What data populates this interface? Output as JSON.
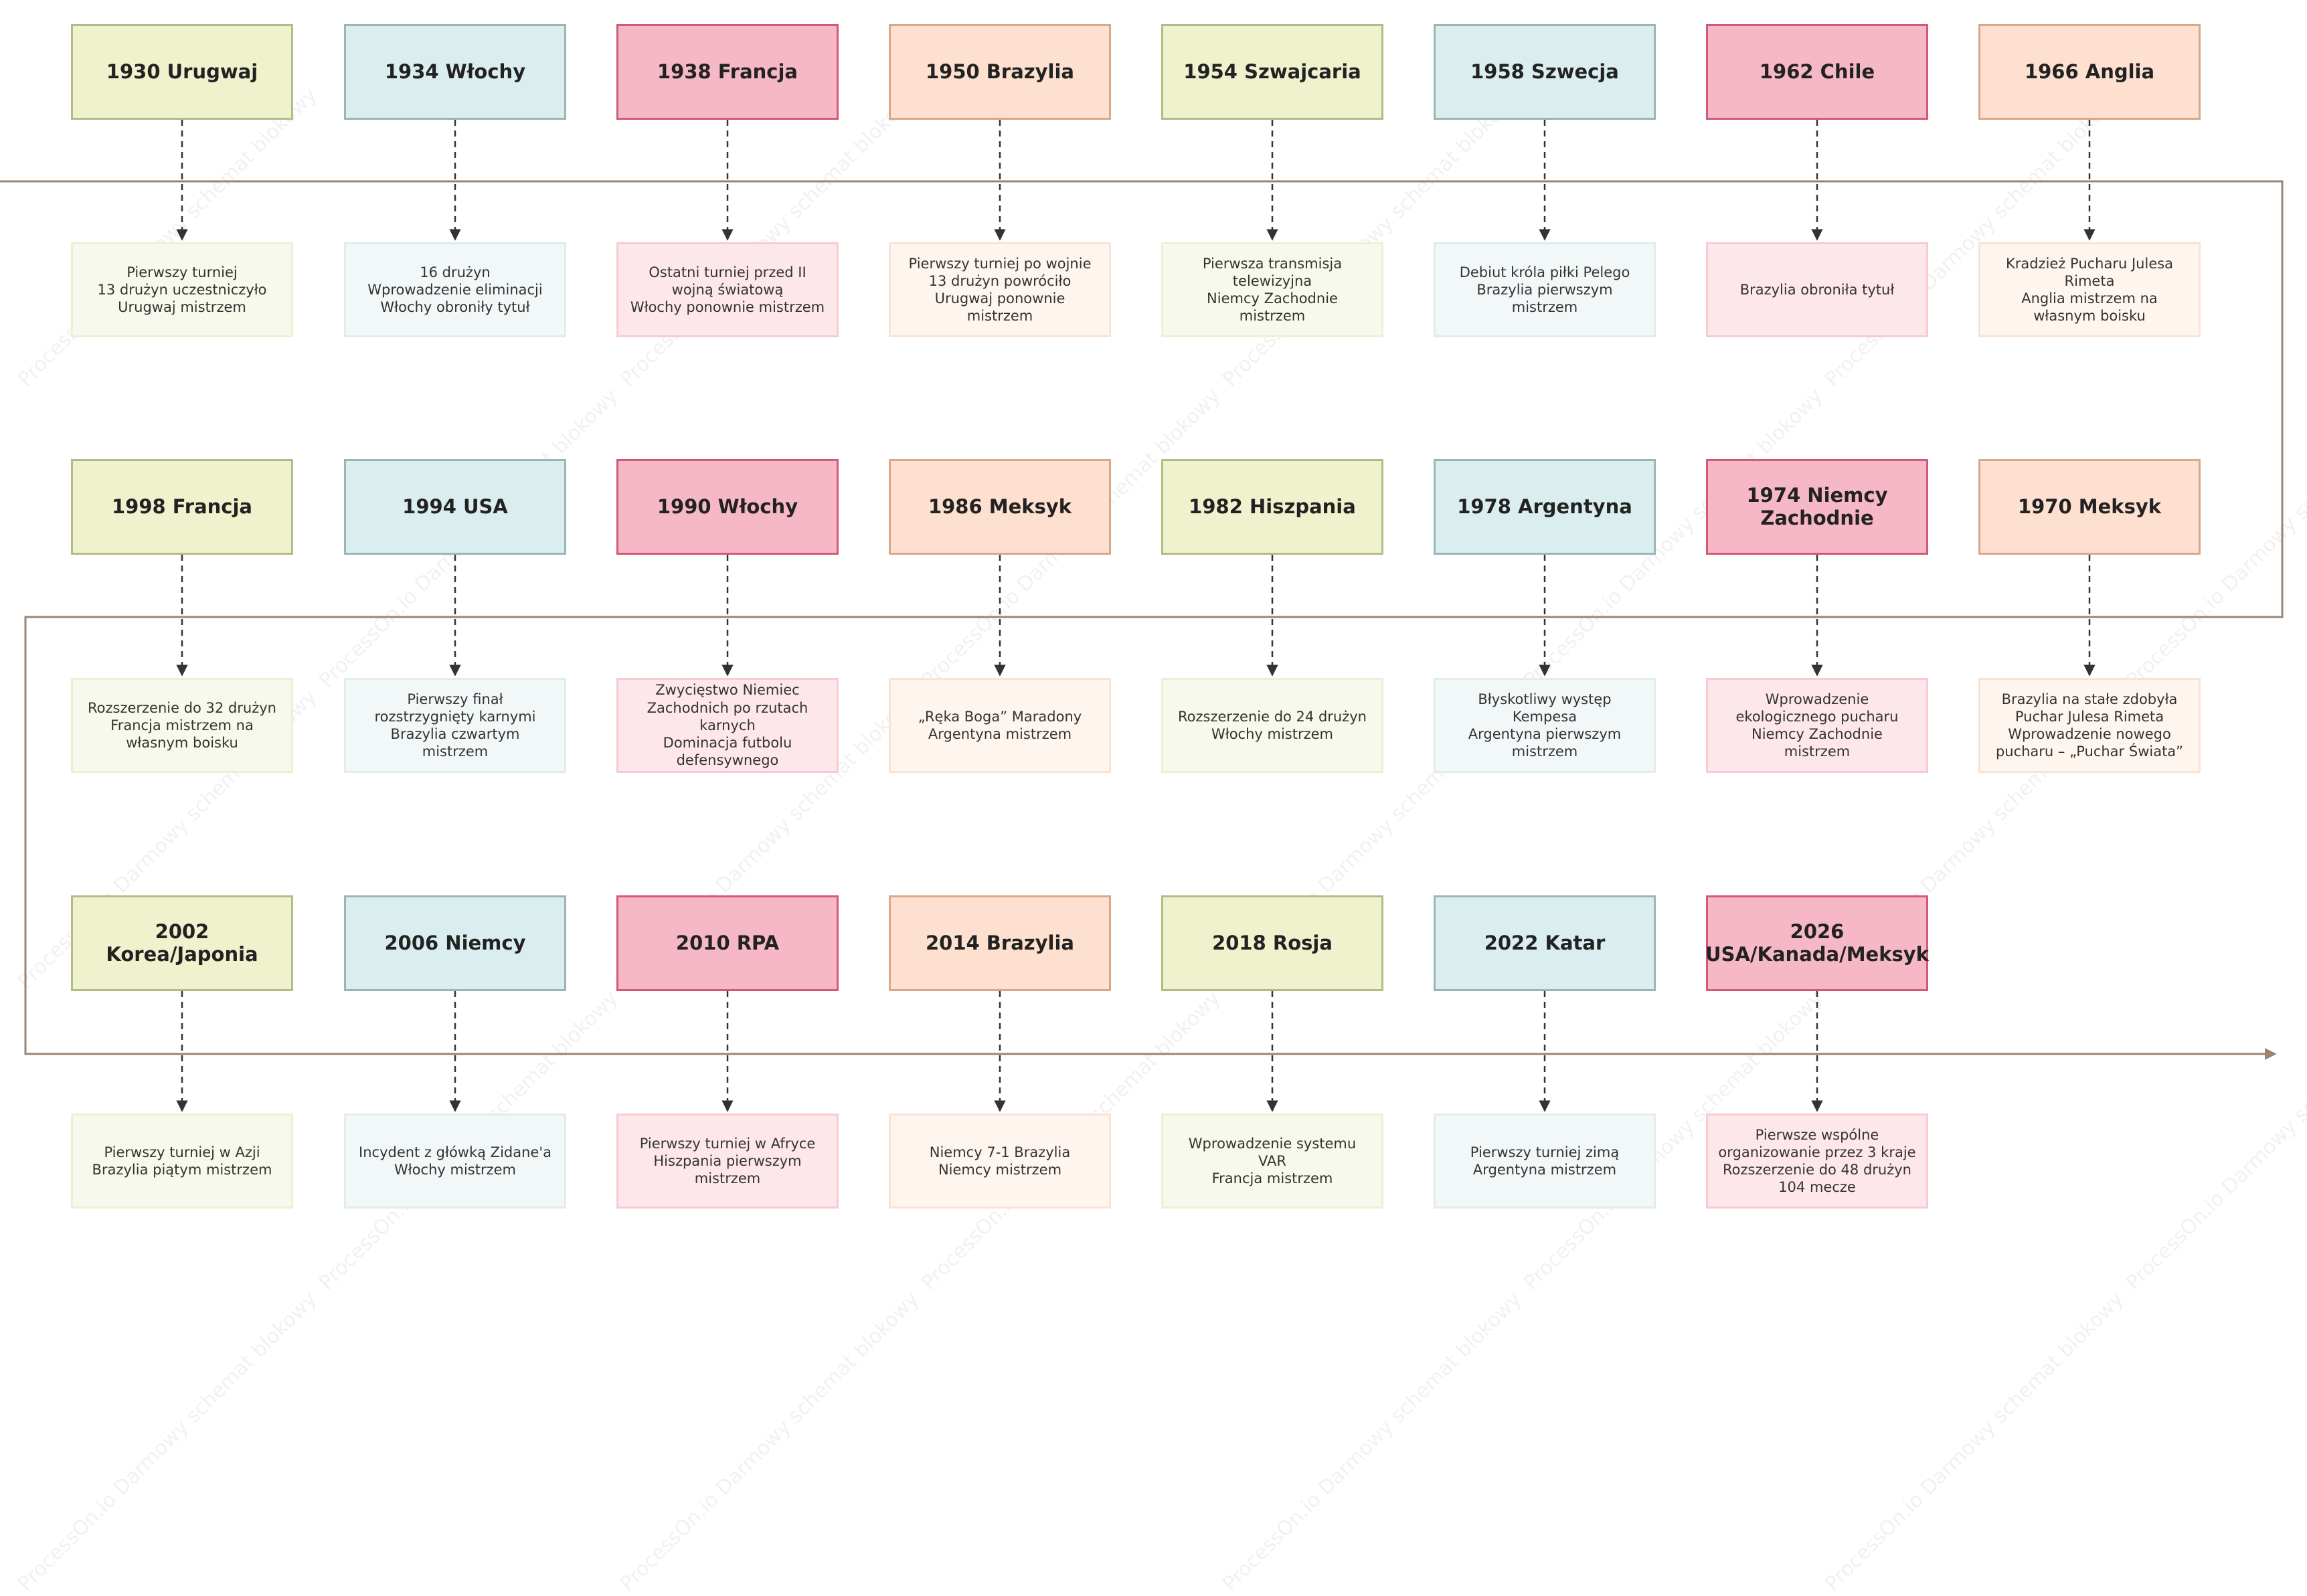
{
  "watermark": "ProcessOn.io Darmowy schemat blokowy",
  "colors": {
    "timeline": "#9a8575",
    "connector": "#333333"
  },
  "rows": [
    {
      "events": [
        {
          "title": "1930 Urugwaj",
          "scheme": "green",
          "note": "Pierwszy turniej\n13 drużyn uczestniczyło\nUrugwaj mistrzem"
        },
        {
          "title": "1934 Włochy",
          "scheme": "teal",
          "note": "16 drużyn\nWprowadzenie eliminacji\nWłochy obroniły tytuł"
        },
        {
          "title": "1938 Francja",
          "scheme": "pink",
          "note": "Ostatni turniej przed II wojną światową\nWłochy ponownie mistrzem"
        },
        {
          "title": "1950 Brazylia",
          "scheme": "peach",
          "note": "Pierwszy turniej po wojnie\n13 drużyn powróciło\nUrugwaj ponownie mistrzem"
        },
        {
          "title": "1954 Szwajcaria",
          "scheme": "green",
          "note": "Pierwsza transmisja telewizyjna\nNiemcy Zachodnie mistrzem"
        },
        {
          "title": "1958 Szwecja",
          "scheme": "teal",
          "note": "Debiut króla piłki Pelego\nBrazylia pierwszym mistrzem"
        },
        {
          "title": "1962 Chile",
          "scheme": "pink",
          "note": "Brazylia obroniła tytuł"
        },
        {
          "title": "1966 Anglia",
          "scheme": "peach",
          "note": "Kradzież Pucharu Julesa Rimeta\nAnglia mistrzem na własnym boisku"
        }
      ]
    },
    {
      "events": [
        {
          "title": "1998 Francja",
          "scheme": "green",
          "note": "Rozszerzenie do 32 drużyn\nFrancja mistrzem na własnym boisku"
        },
        {
          "title": "1994 USA",
          "scheme": "teal",
          "note": "Pierwszy finał rozstrzygnięty karnymi\nBrazylia czwartym mistrzem"
        },
        {
          "title": "1990 Włochy",
          "scheme": "pink",
          "note": "Zwycięstwo Niemiec Zachodnich po rzutach karnych\nDominacja futbolu defensywnego"
        },
        {
          "title": "1986 Meksyk",
          "scheme": "peach",
          "note": "„Ręka Boga” Maradony\nArgentyna mistrzem"
        },
        {
          "title": "1982 Hiszpania",
          "scheme": "green",
          "note": "Rozszerzenie do 24 drużyn\nWłochy mistrzem"
        },
        {
          "title": "1978 Argentyna",
          "scheme": "teal",
          "note": "Błyskotliwy występ Kempesa\nArgentyna pierwszym mistrzem"
        },
        {
          "title": "1974 Niemcy Zachodnie",
          "scheme": "pink",
          "note": "Wprowadzenie ekologicznego pucharu\nNiemcy Zachodnie mistrzem"
        },
        {
          "title": "1970 Meksyk",
          "scheme": "peach",
          "note": "Brazylia na stałe zdobyła Puchar Julesa Rimeta\nWprowadzenie nowego pucharu – „Puchar Świata”"
        }
      ]
    },
    {
      "events": [
        {
          "title": "2002 Korea/Japonia",
          "scheme": "green",
          "note": "Pierwszy turniej w Azji\nBrazylia piątym mistrzem"
        },
        {
          "title": "2006 Niemcy",
          "scheme": "teal",
          "note": "Incydent z główką Zidane'a\nWłochy mistrzem"
        },
        {
          "title": "2010 RPA",
          "scheme": "pink",
          "note": "Pierwszy turniej w Afryce\nHiszpania pierwszym mistrzem"
        },
        {
          "title": "2014 Brazylia",
          "scheme": "peach",
          "note": "Niemcy 7-1 Brazylia\nNiemcy mistrzem"
        },
        {
          "title": "2018 Rosja",
          "scheme": "green",
          "note": "Wprowadzenie systemu VAR\nFrancja mistrzem"
        },
        {
          "title": "2022 Katar",
          "scheme": "teal",
          "note": "Pierwszy turniej zimą\nArgentyna mistrzem"
        },
        {
          "title": "2026 USA/Kanada/Meksyk",
          "scheme": "pink",
          "note": "Pierwsze wspólne organizowanie przez 3 kraje\nRozszerzenie do 48 drużyn\n104 mecze"
        }
      ]
    }
  ]
}
